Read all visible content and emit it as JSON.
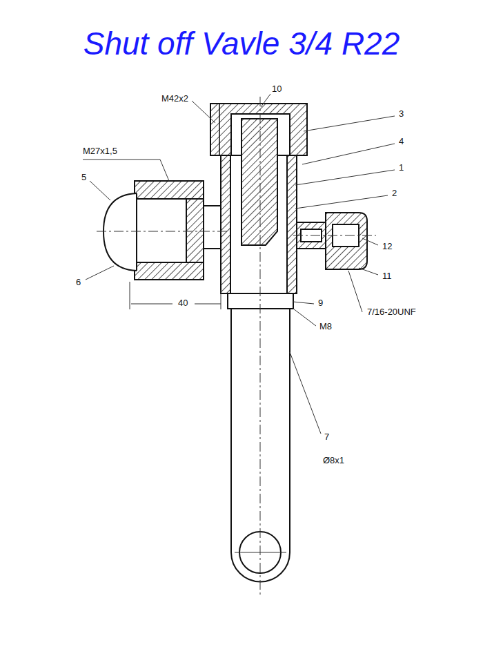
{
  "diagram": {
    "title": "Shut off Vavle 3/4 R22",
    "labels": [
      "M42x2",
      "10",
      "3",
      "4",
      "1",
      "2",
      "M27x1,5",
      "5",
      "6",
      "40",
      "12",
      "11",
      "7/16-20UNF",
      "9",
      "M8",
      "7",
      "Ø8x1"
    ]
  }
}
